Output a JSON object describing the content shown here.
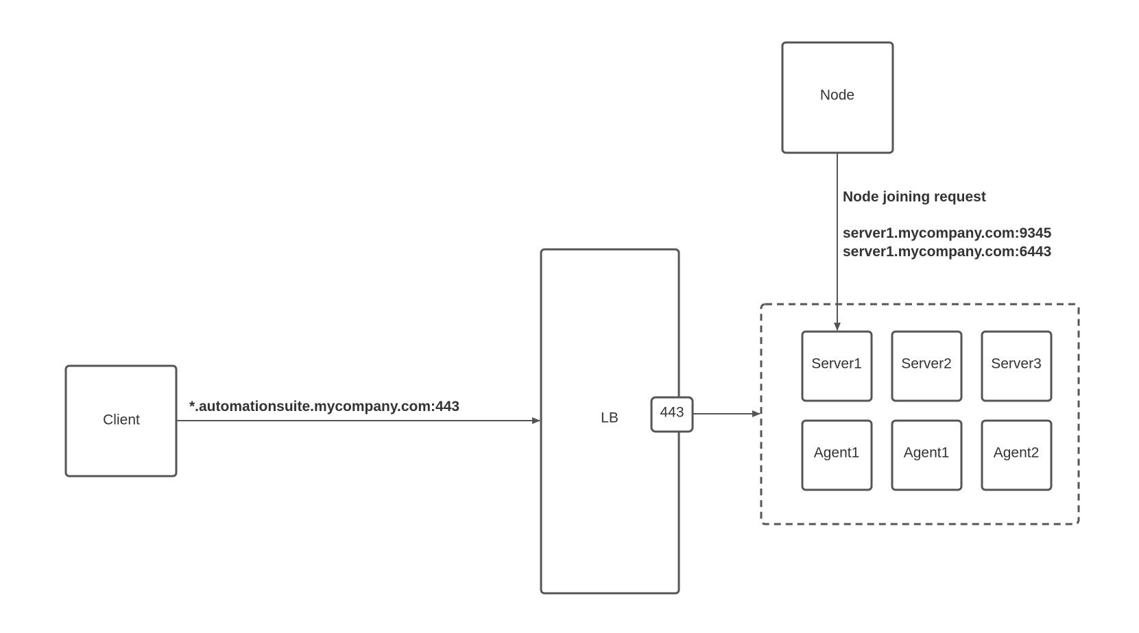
{
  "colors": {
    "stroke": "#555555",
    "text": "#333333",
    "background": "#ffffff"
  },
  "nodes": {
    "client": "Client",
    "lb": "LB",
    "lb_port": "443",
    "node": "Node",
    "cluster": {
      "server1": "Server1",
      "server2": "Server2",
      "server3": "Server3",
      "agent1a": "Agent1",
      "agent1b": "Agent1",
      "agent2": "Agent2"
    }
  },
  "edges": {
    "client_to_lb": "*.automationsuite.mycompany.com:443",
    "node_join": {
      "title": "Node joining request",
      "line1": "server1.mycompany.com:9345",
      "line2": "server1.mycompany.com:6443"
    }
  }
}
